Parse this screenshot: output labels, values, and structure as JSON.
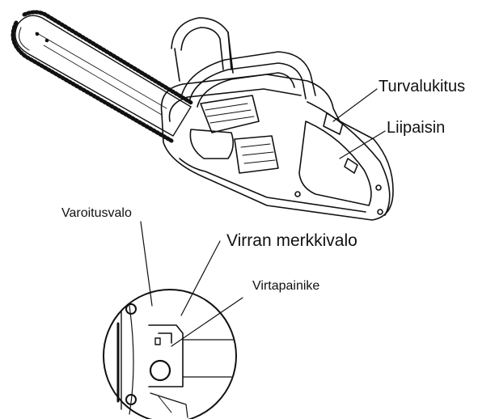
{
  "labels": {
    "safety_lock": "Turvalukitus",
    "trigger": "Liipaisin",
    "warning_light": "Varoitusvalo",
    "power_indicator": "Virran merkkivalo",
    "power_button": "Virtapainike"
  },
  "colors": {
    "line": "#111111",
    "background": "#ffffff"
  }
}
